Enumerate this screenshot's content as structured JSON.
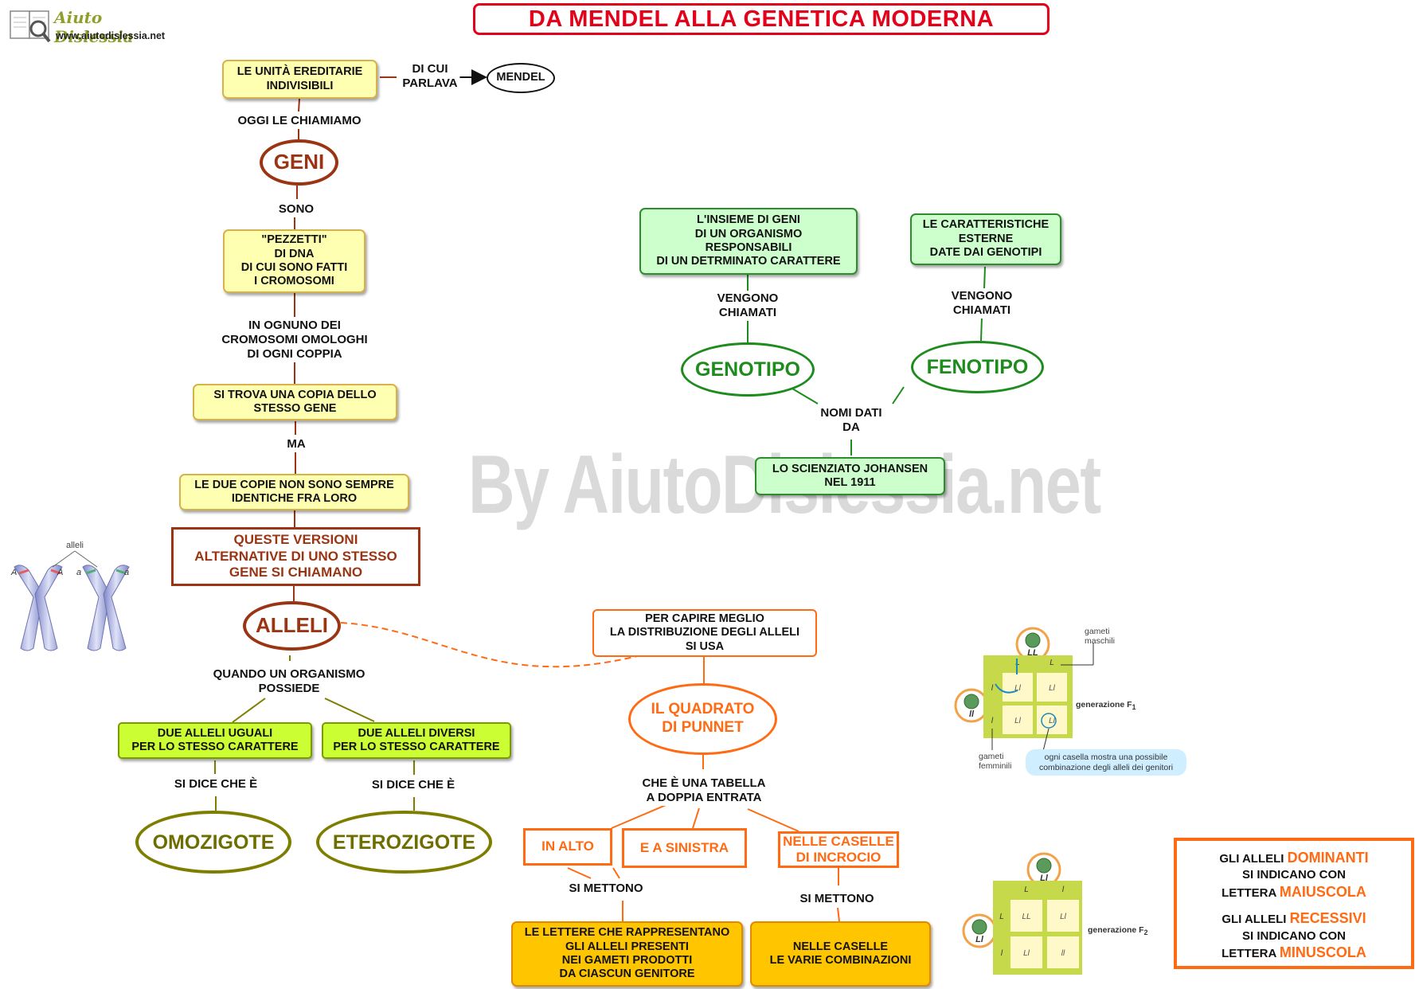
{
  "title": "DA MENDEL ALLA GENETICA MODERNA",
  "logo": {
    "name": "Aiuto Dislessia",
    "url": "www.aiutodislessia.net"
  },
  "watermark": "By AiutoDislessia.net",
  "nodes": {
    "unita": "LE UNITÀ EREDITARIE\nINDIVISIBILI",
    "mendel": "MENDEL",
    "geni": "GENI",
    "pezzetti": "\"PEZZETTI\"\nDI DNA\nDI CUI SONO FATTI\nI CROMOSOMI",
    "copia": "SI TROVA UNA COPIA DELLO\nSTESSO GENE",
    "due_copie": "LE DUE COPIE NON SONO SEMPRE\nIDENTICHE FRA LORO",
    "versioni": "QUESTE VERSIONI\nALTERNATIVE DI UNO STESSO\nGENE SI CHIAMANO",
    "alleli": "ALLELI",
    "uguali": "DUE  ALLELI  UGUALI\nPER LO STESSO CARATTERE",
    "diversi": "DUE ALLELI DIVERSI\nPER LO STESSO CARATTERE",
    "omozigote": "OMOZIGOTE",
    "eterozigote": "ETEROZIGOTE",
    "insieme_geni": "L'INSIEME DI GENI\nDI UN ORGANISMO\nRESPONSABILI\nDI UN DETRMINATO CARATTERE",
    "caratteristiche": "LE CARATTERISTICHE\nESTERNE\nDATE DAI GENOTIPI",
    "genotipo": "GENOTIPO",
    "fenotipo": "FENOTIPO",
    "johansen": "LO SCIENZIATO  JOHANSEN\nNEL 1911",
    "capire": "PER CAPIRE MEGLIO\nLA DISTRIBUZIONE DEGLI ALLELI\nSI USA",
    "punnet": "IL QUADRATO\nDI PUNNET",
    "in_alto": "IN ALTO",
    "sinistra": "E A SINISTRA",
    "caselle_incrocio": "NELLE CASELLE\nDI INCROCIO",
    "lettere": "LE LETTERE CHE RAPPRESENTANO\nGLI ALLELI PRESENTI\nNEI GAMETI PRODOTTI\nDA CIASCUN GENITORE",
    "combinazioni": "NELLE CASELLE\nLE VARIE COMBINAZIONI"
  },
  "links": {
    "di_cui_parlava": "DI CUI\nPARLAVA",
    "oggi": "OGGI LE CHIAMIAMO",
    "sono": "SONO",
    "in_ognuno": "IN OGNUNO DEI\nCROMOSOMI OMOLOGHI\nDI OGNI COPPIA",
    "ma": "MA",
    "quando": "QUANDO  UN  ORGANISMO\nPOSSIEDE",
    "si_dice_1": "SI DICE CHE È",
    "si_dice_2": "SI DICE CHE È",
    "vengono_1": "VENGONO\nCHIAMATI",
    "vengono_2": "VENGONO\nCHIAMATI",
    "nomi_dati": "NOMI DATI\nDA",
    "tabella": "CHE È UNA TABELLA\nA DOPPIA ENTRATA",
    "si_mettono_1": "SI METTONO",
    "si_mettono_2": "SI METTONO"
  },
  "chromosome_figure": {
    "label": "alleli",
    "letters": [
      "A",
      "A",
      "a",
      "a"
    ]
  },
  "punnett_f1": {
    "top_parent": "LL",
    "left_parent": "ll",
    "top_gametes": [
      "L",
      "L"
    ],
    "left_gametes": [
      "l",
      "l"
    ],
    "cells": [
      "Ll",
      "Ll",
      "Ll",
      "Ll"
    ],
    "label_male": "gameti\nmaschili",
    "label_female": "gameti\nfemminili",
    "generation": "generazione F",
    "generation_sub": "1",
    "note": "ogni casella mostra una possibile\ncombinazione degli alleli dei genitori"
  },
  "punnett_f2": {
    "top_parent": "Ll",
    "left_parent": "Ll",
    "top_gametes": [
      "L",
      "l"
    ],
    "left_gametes": [
      "L",
      "l"
    ],
    "cells": [
      "LL",
      "Ll",
      "Ll",
      "ll"
    ],
    "generation": "generazione F",
    "generation_sub": "2"
  },
  "legend": {
    "l1": "GLI ALLELI ",
    "w1": "DOMINANTI",
    "l2": "SI INDICANO CON",
    "l3": "LETTERA ",
    "w2": "MAIUSCOLA",
    "l4": "GLI ALLELI ",
    "w3": "RECESSIVI",
    "l5": "SI INDICANO CON",
    "l6": "LETTERA ",
    "w4": "MINUSCOLA"
  },
  "colors": {
    "title": "#e3001b",
    "brown": "#9a3412",
    "green": "#1e8b1e",
    "olive": "#7d7d00",
    "orange": "#ff6a13",
    "yellow_box": "#ffffb2",
    "green_box": "#ccffcc",
    "lime_box": "#ccff33",
    "gold_box": "#ffc600"
  }
}
